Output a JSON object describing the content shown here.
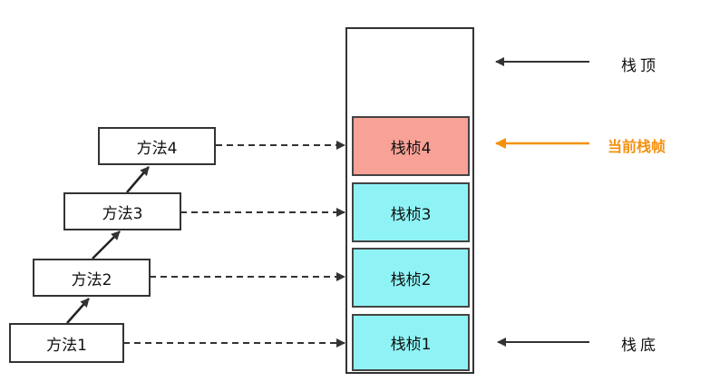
{
  "colors": {
    "current_frame_fill": "#f8a197",
    "frame_fill": "#8ff3f5",
    "accent_orange": "#f5900f",
    "line_dark": "#333333"
  },
  "methods": [
    {
      "label": "方法4"
    },
    {
      "label": "方法3"
    },
    {
      "label": "方法2"
    },
    {
      "label": "方法1"
    }
  ],
  "frames": [
    {
      "label": "栈桢4"
    },
    {
      "label": "栈桢3"
    },
    {
      "label": "栈桢2"
    },
    {
      "label": "栈桢1"
    }
  ],
  "labels": {
    "stack_top": "栈顶",
    "current_frame": "当前栈帧",
    "stack_bottom": "栈底"
  }
}
